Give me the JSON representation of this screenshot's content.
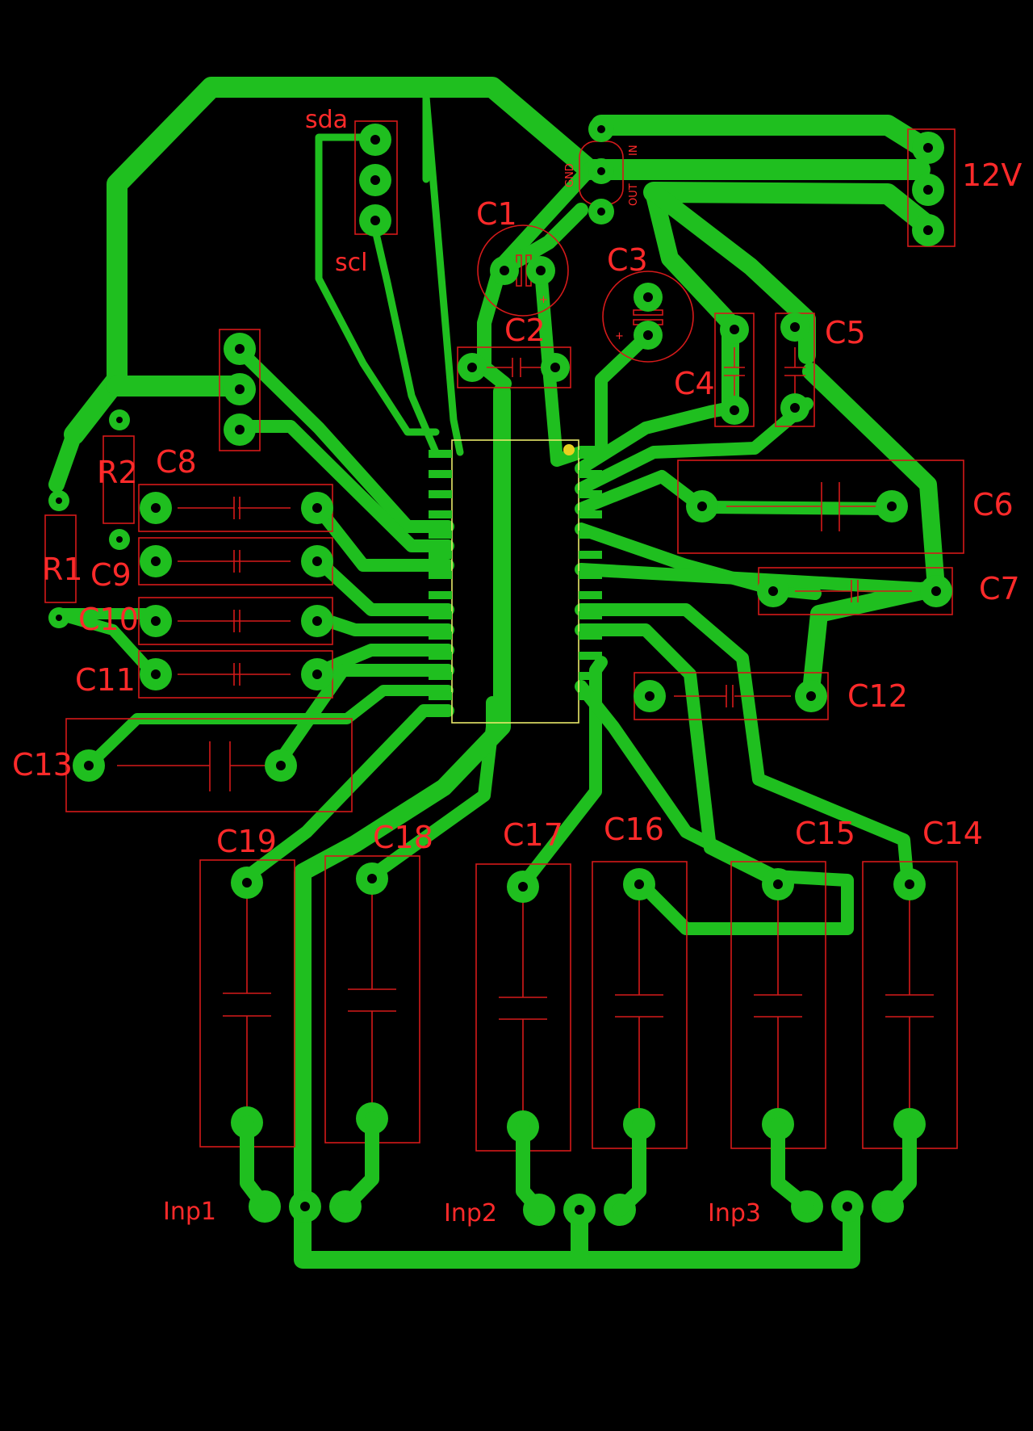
{
  "components": {
    "C1": "C1",
    "C2": "C2",
    "C3": "C3",
    "C4": "C4",
    "C5": "C5",
    "C6": "C6",
    "C7": "C7",
    "C8": "C8",
    "C9": "C9",
    "C10": "C10",
    "C11": "C11",
    "C12": "C12",
    "C13": "C13",
    "C14": "C14",
    "C15": "C15",
    "C16": "C16",
    "C17": "C17",
    "C18": "C18",
    "C19": "C19",
    "R1": "R1",
    "R2": "R2"
  },
  "connectors": {
    "power": "12V",
    "i2c_sda": "sda",
    "i2c_scl": "scl",
    "inp1": "Inp1",
    "inp2": "Inp2",
    "inp3": "Inp3"
  },
  "regulator": {
    "pin_gnd": "GND",
    "pin_out": "OUT",
    "pin_in": "IN"
  },
  "colors": {
    "copper": "#1fbf1f",
    "silkscreen": "#d51a1a",
    "ic_outline": "#e8e86a",
    "pin1_marker": "#e8d020",
    "background": "#000000"
  }
}
